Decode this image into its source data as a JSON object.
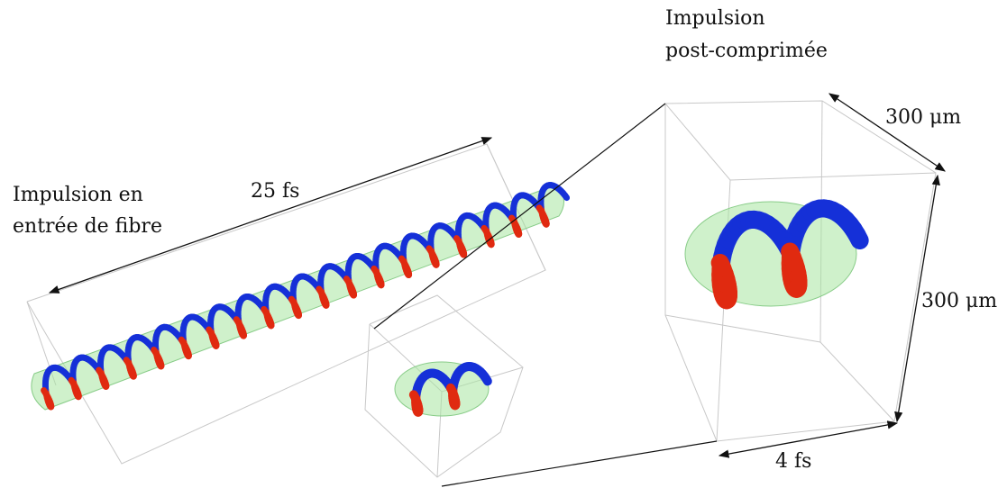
{
  "labels": {
    "input_pulse_line1": "Impulsion en",
    "input_pulse_line2": "entrée de fibre",
    "output_pulse_line1": "Impulsion",
    "output_pulse_line2": "post-comprimée",
    "input_duration": "25 fs",
    "output_duration": "4 fs",
    "width_top": "300 μm",
    "width_side": "300 μm"
  },
  "colors": {
    "helix_red": "#e02a10",
    "helix_blue": "#1530d8",
    "envelope_green": "#a8e6a0",
    "box_edges": "#c8c8c8"
  },
  "helix": {
    "long_pulse_turns": 19,
    "compressed_pulse_turns": 2
  }
}
